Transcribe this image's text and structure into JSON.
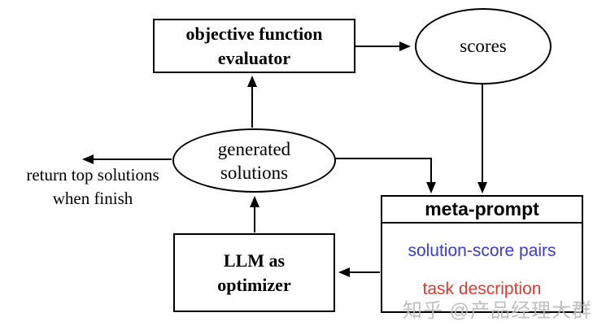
{
  "diagram": {
    "nodes": {
      "evaluator": {
        "label": "objective function evaluator"
      },
      "scores": {
        "label": "scores"
      },
      "generated_solutions": {
        "label": "generated solutions"
      },
      "llm_optimizer": {
        "label": "LLM as optimizer"
      },
      "meta_prompt": {
        "title": "meta-prompt",
        "items": [
          {
            "label": "solution-score pairs",
            "color": "#3b3bd1"
          },
          {
            "label": "task description",
            "color": "#dc3a34"
          }
        ]
      },
      "return_note": {
        "label": "return top solutions when finish"
      }
    },
    "edges": [
      {
        "from": "objective function evaluator",
        "to": "scores"
      },
      {
        "from": "scores",
        "to": "meta-prompt"
      },
      {
        "from": "generated solutions",
        "to": "objective function evaluator"
      },
      {
        "from": "generated solutions",
        "to": "meta-prompt"
      },
      {
        "from": "generated solutions",
        "to": "return top solutions when finish"
      },
      {
        "from": "LLM as optimizer",
        "to": "generated solutions"
      },
      {
        "from": "meta-prompt",
        "to": "LLM as optimizer"
      }
    ],
    "colors": {
      "line": "#000000",
      "solution_score_pairs_text": "#3b3bd1",
      "task_description_text": "#dc3a34"
    }
  },
  "watermark": {
    "text": "知乎 @产品经理大群",
    "color": "#b9b9b9"
  }
}
